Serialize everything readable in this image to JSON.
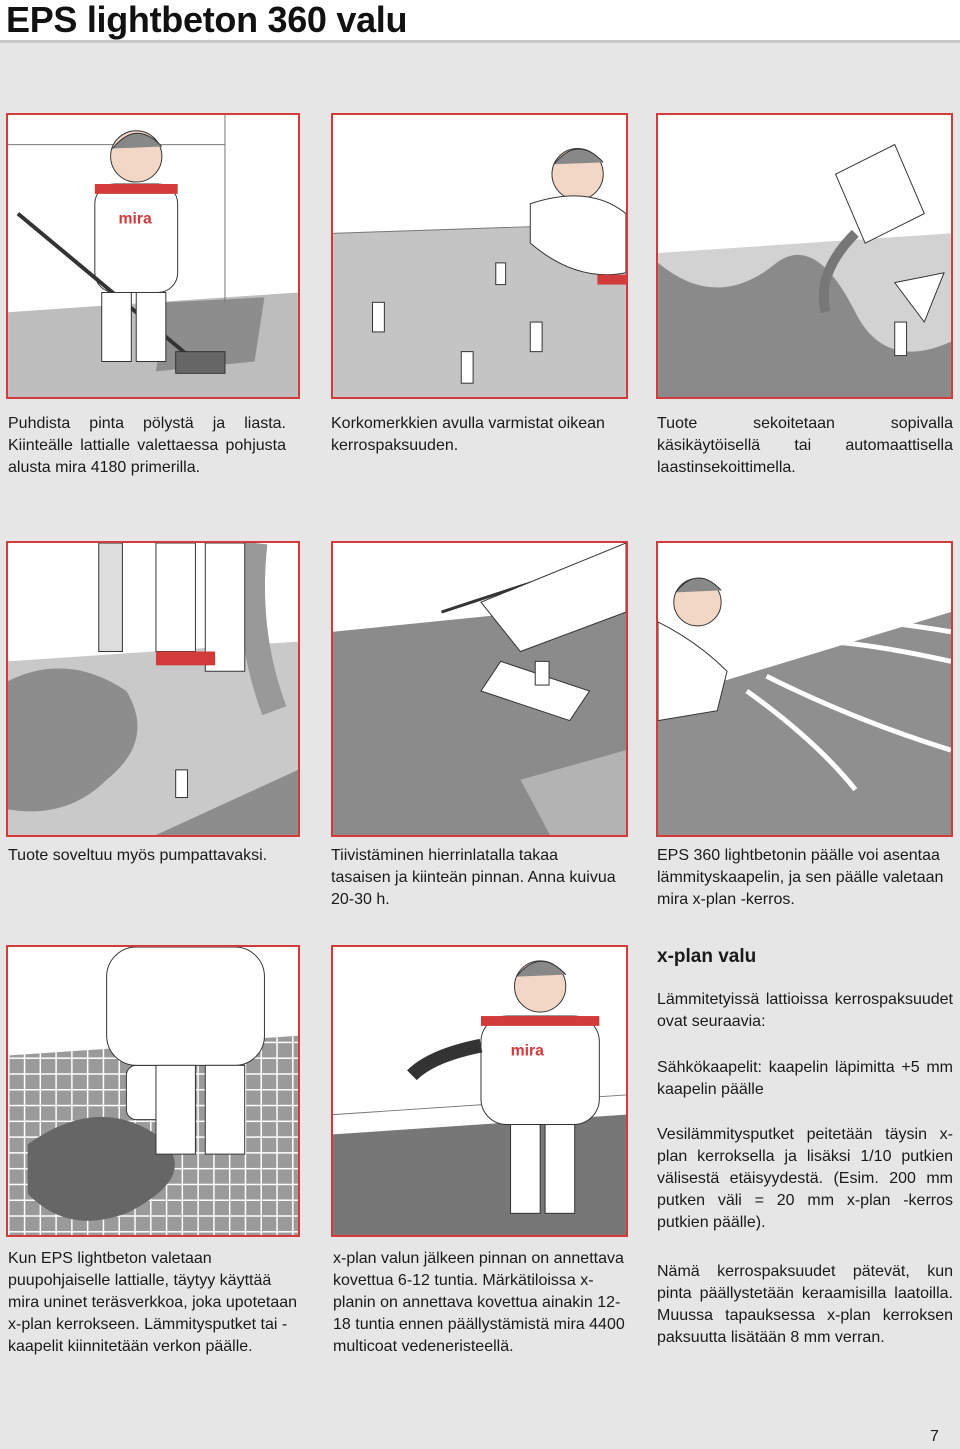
{
  "page": {
    "title": "EPS lightbeton 360 valu",
    "page_number": "7",
    "accent_color": "#d33a3a",
    "background_color": "#e6e6e6"
  },
  "panels": [
    {
      "icon": "floor-sweeping-illustration",
      "caption": "Puhdista pinta pölystä ja liasta. Kiinteälle lattialle valettaessa pohjusta alusta mira 4180 primerilla."
    },
    {
      "icon": "height-markers-illustration",
      "caption": "Korkomerkkien avulla varmistat oikean kerrospaksuuden."
    },
    {
      "icon": "bucket-pouring-illustration",
      "caption": "Tuote sekoitetaan sopivalla käsikäytöisellä tai automaattisella laastinsekoittimella."
    },
    {
      "icon": "pumping-hose-illustration",
      "caption": "Tuote soveltuu myös pumpattavaksi."
    },
    {
      "icon": "float-trowel-illustration",
      "caption": "Tiivistäminen hierrinlatalla takaa tasaisen ja kiinteän pinnan. Anna kuivua 20-30 h."
    },
    {
      "icon": "heating-cable-illustration",
      "caption": "EPS 360 lightbetonin päälle voi asentaa lämmityskaapelin, ja sen päälle valetaan mira x-plan -kerros."
    },
    {
      "icon": "mesh-pouring-illustration",
      "caption": "Kun EPS lightbeton valetaan puupohjaiselle lattialle, täytyy käyttää mira uninet teräsverkkoa, joka upotetaan x-plan kerrokseen. Lämmitysputket tai -kaapelit kiinnitetään verkon päälle."
    },
    {
      "icon": "presenting-floor-illustration",
      "caption": "x-plan valun jälkeen pinnan on annettava kovettua 6-12 tuntia. Märkätiloissa x-planin on annettava kovettua ainakin 12-18 tuntia ennen päällystämistä mira 4400 multicoat vedeneristeellä."
    }
  ],
  "xplan": {
    "heading": "x-plan valu",
    "paragraphs": [
      "Lämmitetyissä lattioissa kerrospaksuudet ovat seuraavia:",
      "Sähkökaapelit: kaapelin läpimitta +5 mm kaapelin päälle",
      "Vesilämmitysputket peitetään täysin x-plan kerroksella ja lisäksi 1/10 putkien välisestä etäisyydestä. (Esim. 200 mm putken väli = 20 mm x-plan -kerros putkien päälle).",
      "Nämä kerrospaksuudet pätevät, kun pinta päällystetään keraamisilla laatoilla. Muussa tapauksessa x-plan kerroksen paksuutta lisätään 8 mm verran."
    ]
  },
  "illustration_label": "mira"
}
